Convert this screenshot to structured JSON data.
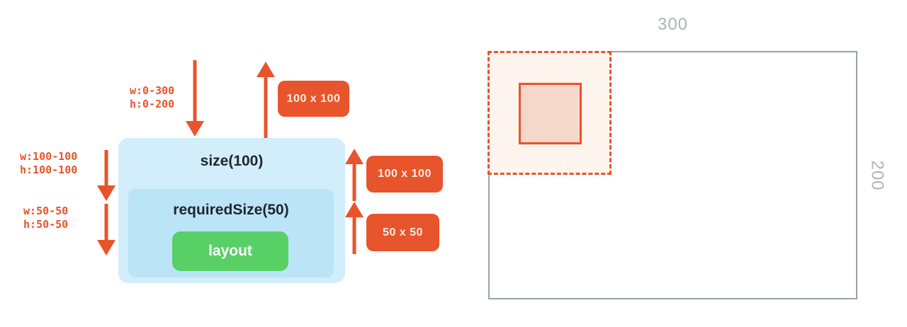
{
  "colors": {
    "orange": "#E8542B",
    "light_blue": "#D2EEFA",
    "mid_blue": "#BCE4F7",
    "green": "#58D066",
    "dark_text": "#20262E",
    "gray_border": "#9CA1A6",
    "gray_label": "#AEB2B7",
    "badge_text": "#FAEFE2",
    "dashed_fill": "#FDF4ED",
    "square_fill": "#F5D8CB"
  },
  "left_diagram": {
    "incoming_constraints": {
      "line1": "w:0-300",
      "line2": "h:0-200"
    },
    "size_constraints": {
      "line1": "w:100-100",
      "line2": "h:100-100"
    },
    "required_constraints": {
      "line1": "w:50-50",
      "line2": "h:50-50"
    },
    "size_box_label": "size(100)",
    "required_box_label": "requiredSize(50)",
    "layout_label": "layout",
    "badge_top": "100 x 100",
    "badge_middle": "100 x 100",
    "badge_bottom": "50 x 50"
  },
  "right_diagram": {
    "width_label": "300",
    "height_label": "200"
  }
}
